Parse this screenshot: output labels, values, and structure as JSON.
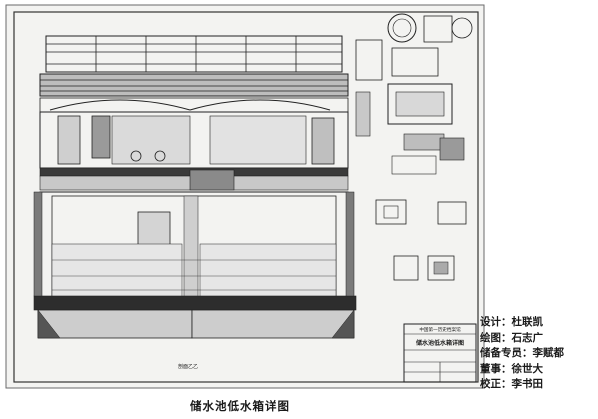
{
  "drawing": {
    "title_block_line1": "中国第一历史档案馆",
    "title_block_line2": "储水池低水箱详图",
    "section_label": "剖面乙乙"
  },
  "caption": "储水池低水箱详图",
  "credits": [
    {
      "role": "设计：",
      "name": "杜联凯"
    },
    {
      "role": "绘图：",
      "name": "石志广"
    },
    {
      "role": "储备专员：",
      "name": "李赋都"
    },
    {
      "role": "董事：",
      "name": "徐世大"
    },
    {
      "role": "校正：",
      "name": "李书田"
    }
  ],
  "colors": {
    "ink": "#1a1a1a",
    "paper": "#f4f4f2"
  }
}
